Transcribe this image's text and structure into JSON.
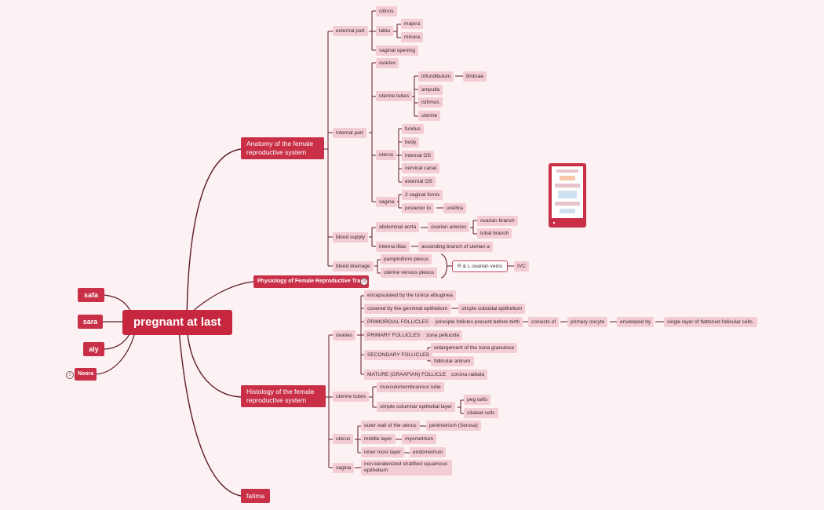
{
  "root": "pregnant at last",
  "anatomy": {
    "title": "Anatomy of the female reproductive system",
    "external_part": {
      "label": "external part",
      "clitiros": "clitiros",
      "labia": "labia",
      "majora": "majora",
      "minora": "minora",
      "vaginal_opening": "vaginal opening"
    },
    "internal_part": {
      "label": "internal part",
      "ovaries": "ovaries",
      "uterine_tubes": {
        "label": "uterine tubes",
        "infundibulum": "infundibulum",
        "fimbrae": "fimbrae",
        "ampulla": "ampulla",
        "isthmus": "isthmus",
        "uterine": "uterine"
      },
      "uterus": {
        "label": "uterus",
        "fundus": "fundus",
        "body": "body",
        "internal_os": "internal OS",
        "cervical_canal": "cervical canal",
        "external_os": "external OS"
      },
      "vagina": {
        "label": "vagina",
        "fornix": "2 vaginal fornix",
        "posterior_to": "posterior to",
        "urethra": "urethra"
      }
    },
    "blood_supply": {
      "label": "blood supply",
      "abdominal_aorta": "abdominal aorta",
      "ovarian_arteries": "ovarian arteries",
      "ovarian_branch": "ovarian branch",
      "tubal_branch": "tubal branch",
      "interna_illiac": "interna illiac",
      "ascending_branch": "ascending branch of uterian a"
    },
    "blood_drainage": {
      "label": "blood drainage",
      "pampiniform": "pampiniform plexus",
      "uterine_venous": "uterine venous plexus",
      "ovarian_veins": "R & L ovarian veins",
      "ivc": "IVC"
    }
  },
  "physiology": {
    "title": "Physiology of Female Reproductive Tract",
    "badge": "15"
  },
  "histology": {
    "title": "Histology of the female reproductive system",
    "ovaries": {
      "label": "ovaries",
      "tunica": "encapsulated by the tunica albuginea",
      "germinal": "covered by the germinal epithelium",
      "cuboidal": "simple cuboidal epithelium",
      "primordial": "PRIMORDIAL FOLLICLES",
      "principle": "principle follicles present before birth",
      "consists_of": "consists of",
      "primary_oocyte": "primary oocyte",
      "enveloped_by": "enveloped by",
      "single_layer": "single layer of flattened follicular cells.",
      "primary": "PRIMARY FOLLICLES",
      "zona": "zona pellucida",
      "secondary": "SECONDARY FOLLICLES",
      "enlargement": "enlargement of the zona granulosa",
      "antrum": "follicular antrum",
      "mature": "MATURE (GRAAFIAN) FOLLICLE",
      "corona": "corona radiata"
    },
    "uterine_tubes": {
      "label": "uterine tubes",
      "musculo": "musculomembranous tube",
      "columnar": "simple columnar epithelial layer",
      "peg": "peg cells",
      "ciliated": "ciliated cells"
    },
    "uterus": {
      "label": "uterus",
      "outer": "outer wall of the uterus",
      "perimetrium": "perimetrium (Serosa)",
      "middle": "middle layer",
      "myometrium": "myometrium",
      "inner": "inner most layer",
      "endometrium": "endometrium"
    },
    "vagina": {
      "label": "vagina",
      "epithelium": "non-keratenized stratified squamous epithelium"
    }
  },
  "fatima": "fatima",
  "left": {
    "safa": "safa",
    "sara": "sara",
    "aly": "aly",
    "noora": "Noora",
    "noora_badge": "3"
  },
  "colors": {
    "background": "#fcf1f3",
    "primary": "#c92f46",
    "secondary": "#f3cdd3",
    "line": "#5e1b2a"
  }
}
